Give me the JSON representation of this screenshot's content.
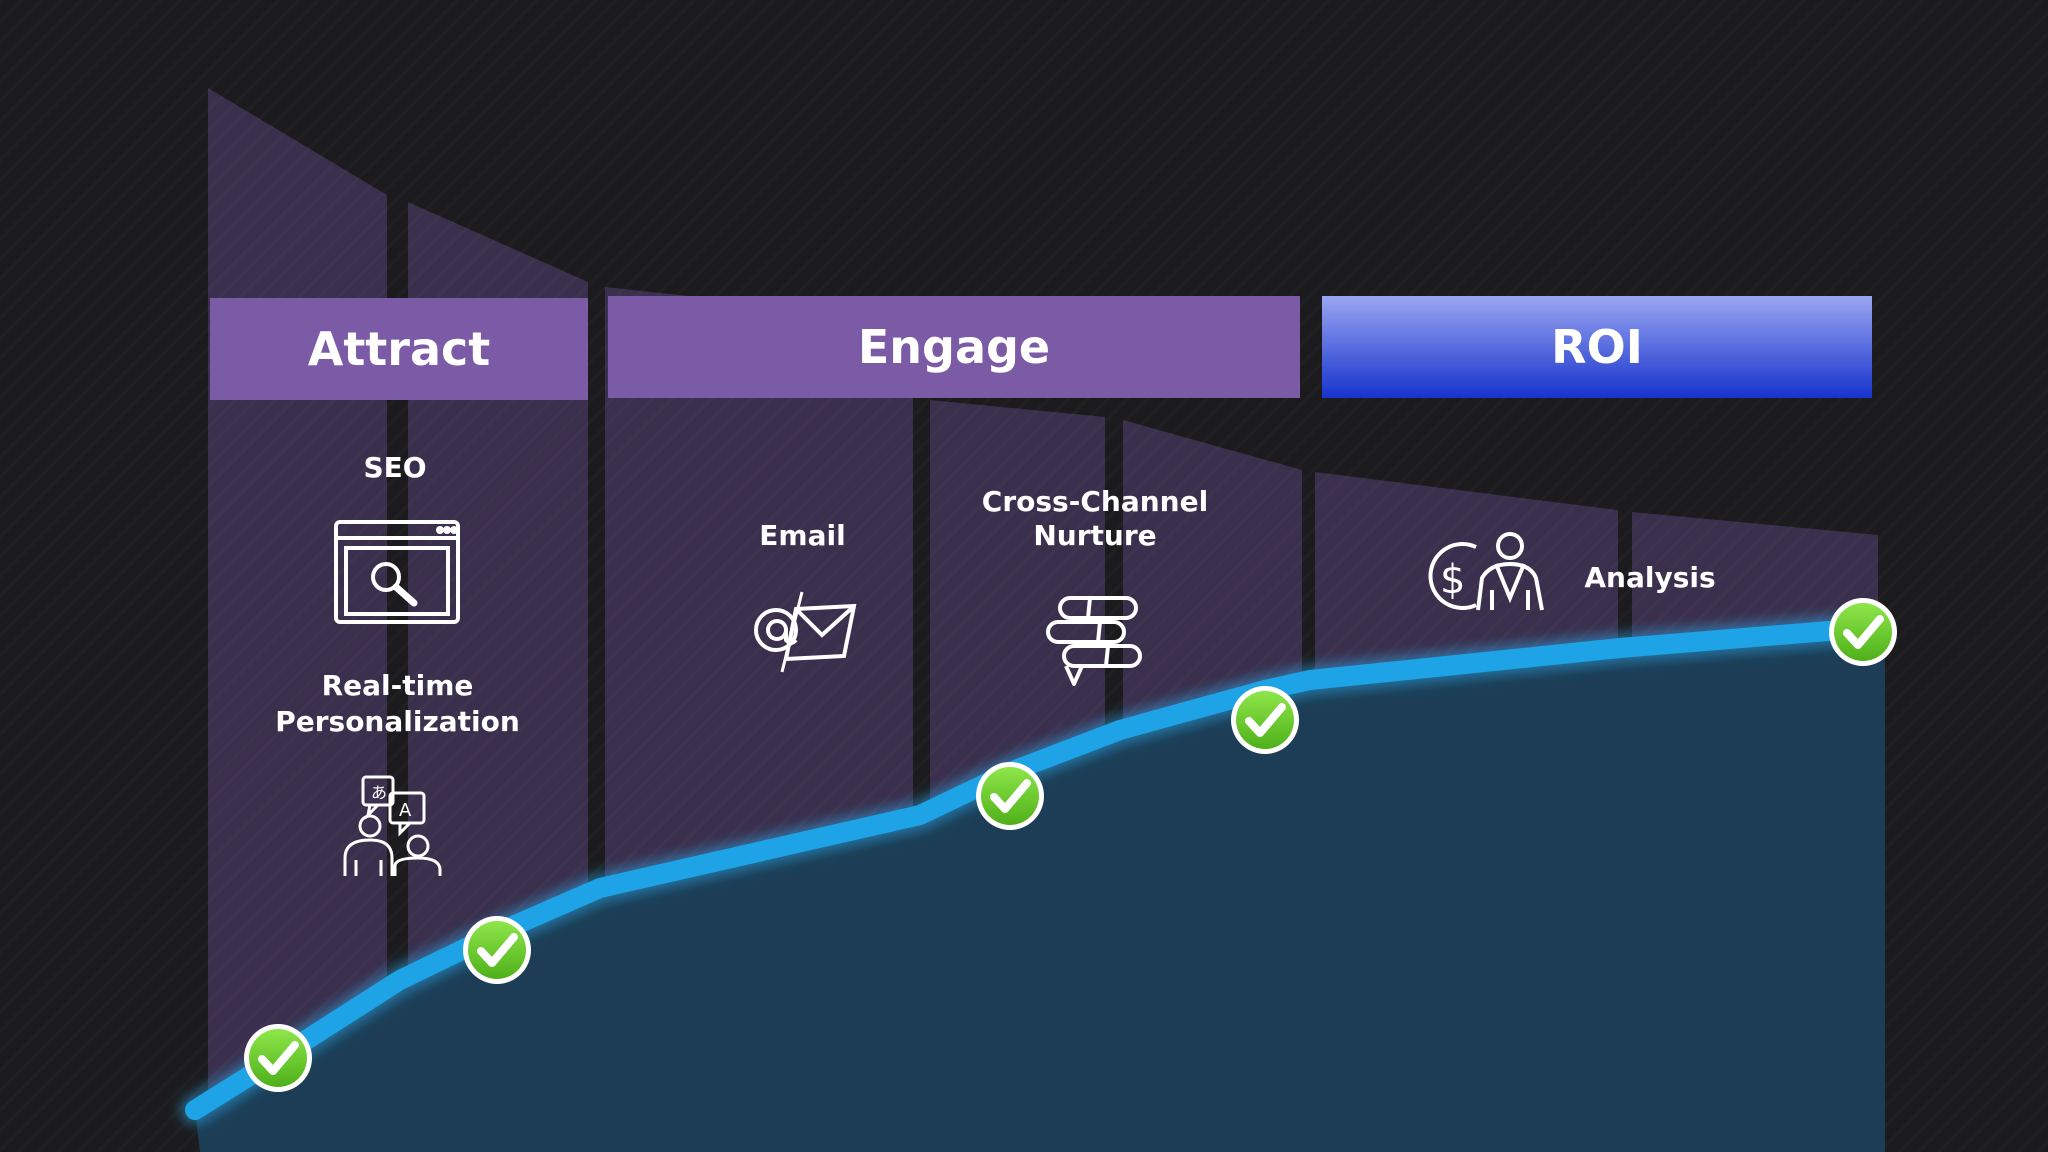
{
  "phases": {
    "attract": "Attract",
    "engage": "Engage",
    "roi": "ROI"
  },
  "steps": {
    "seo": "SEO",
    "personalization_line1": "Real-time",
    "personalization_line2": "Personalization",
    "email": "Email",
    "nurture_line1": "Cross-Channel",
    "nurture_line2": "Nurture",
    "analysis": "Analysis"
  },
  "icons": [
    "search-browser-icon",
    "team-language-icon",
    "email-at-icon",
    "chat-bubbles-icon",
    "money-person-icon",
    "check-icon"
  ],
  "colors": {
    "background": "#1b1b1d",
    "column": "#3a2f4c",
    "phase_purple": "#7b5ba6",
    "roi_blue_top": "#9aa6f2",
    "roi_blue_bottom": "#1733cc",
    "curve_line": "#1ea3e6",
    "curve_fill": "#1c3d55",
    "check_green": "#6fd12a"
  }
}
